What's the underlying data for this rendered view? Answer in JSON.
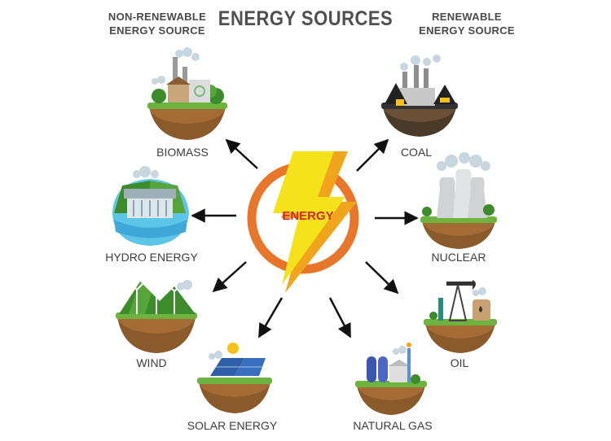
{
  "title": "ENERGY SOURCES",
  "header_left": {
    "line1": "NON-RENEWABLE",
    "line2": "ENERGY SOURCE"
  },
  "header_right": {
    "line1": "RENEWABLE",
    "line2": "ENERGY SOURCE"
  },
  "center_label": "ENERGY",
  "sources": [
    {
      "id": "biomass",
      "label": "BIOMASS",
      "icon": "biomass-plant-icon"
    },
    {
      "id": "hydro",
      "label": "HYDRO ENERGY",
      "icon": "hydro-dam-icon"
    },
    {
      "id": "wind",
      "label": "WIND",
      "icon": "wind-turbine-icon"
    },
    {
      "id": "solar",
      "label": "SOLAR ENERGY",
      "icon": "solar-panel-icon"
    },
    {
      "id": "gas",
      "label": "NATURAL GAS",
      "icon": "gas-plant-icon"
    },
    {
      "id": "oil",
      "label": "OIL",
      "icon": "oil-pump-icon"
    },
    {
      "id": "nuclear",
      "label": "NUCLEAR",
      "icon": "nuclear-plant-icon"
    },
    {
      "id": "coal",
      "label": "COAL",
      "icon": "coal-plant-icon"
    }
  ],
  "colors": {
    "bolt_yellow": "#f6e21a",
    "bolt_orange": "#f0a51c",
    "ring_orange": "#e8762a",
    "energy_red": "#d9261c",
    "grass_green": "#6cb33f",
    "soil_brown": "#8b5a2b",
    "water_blue": "#5cc5e8"
  }
}
